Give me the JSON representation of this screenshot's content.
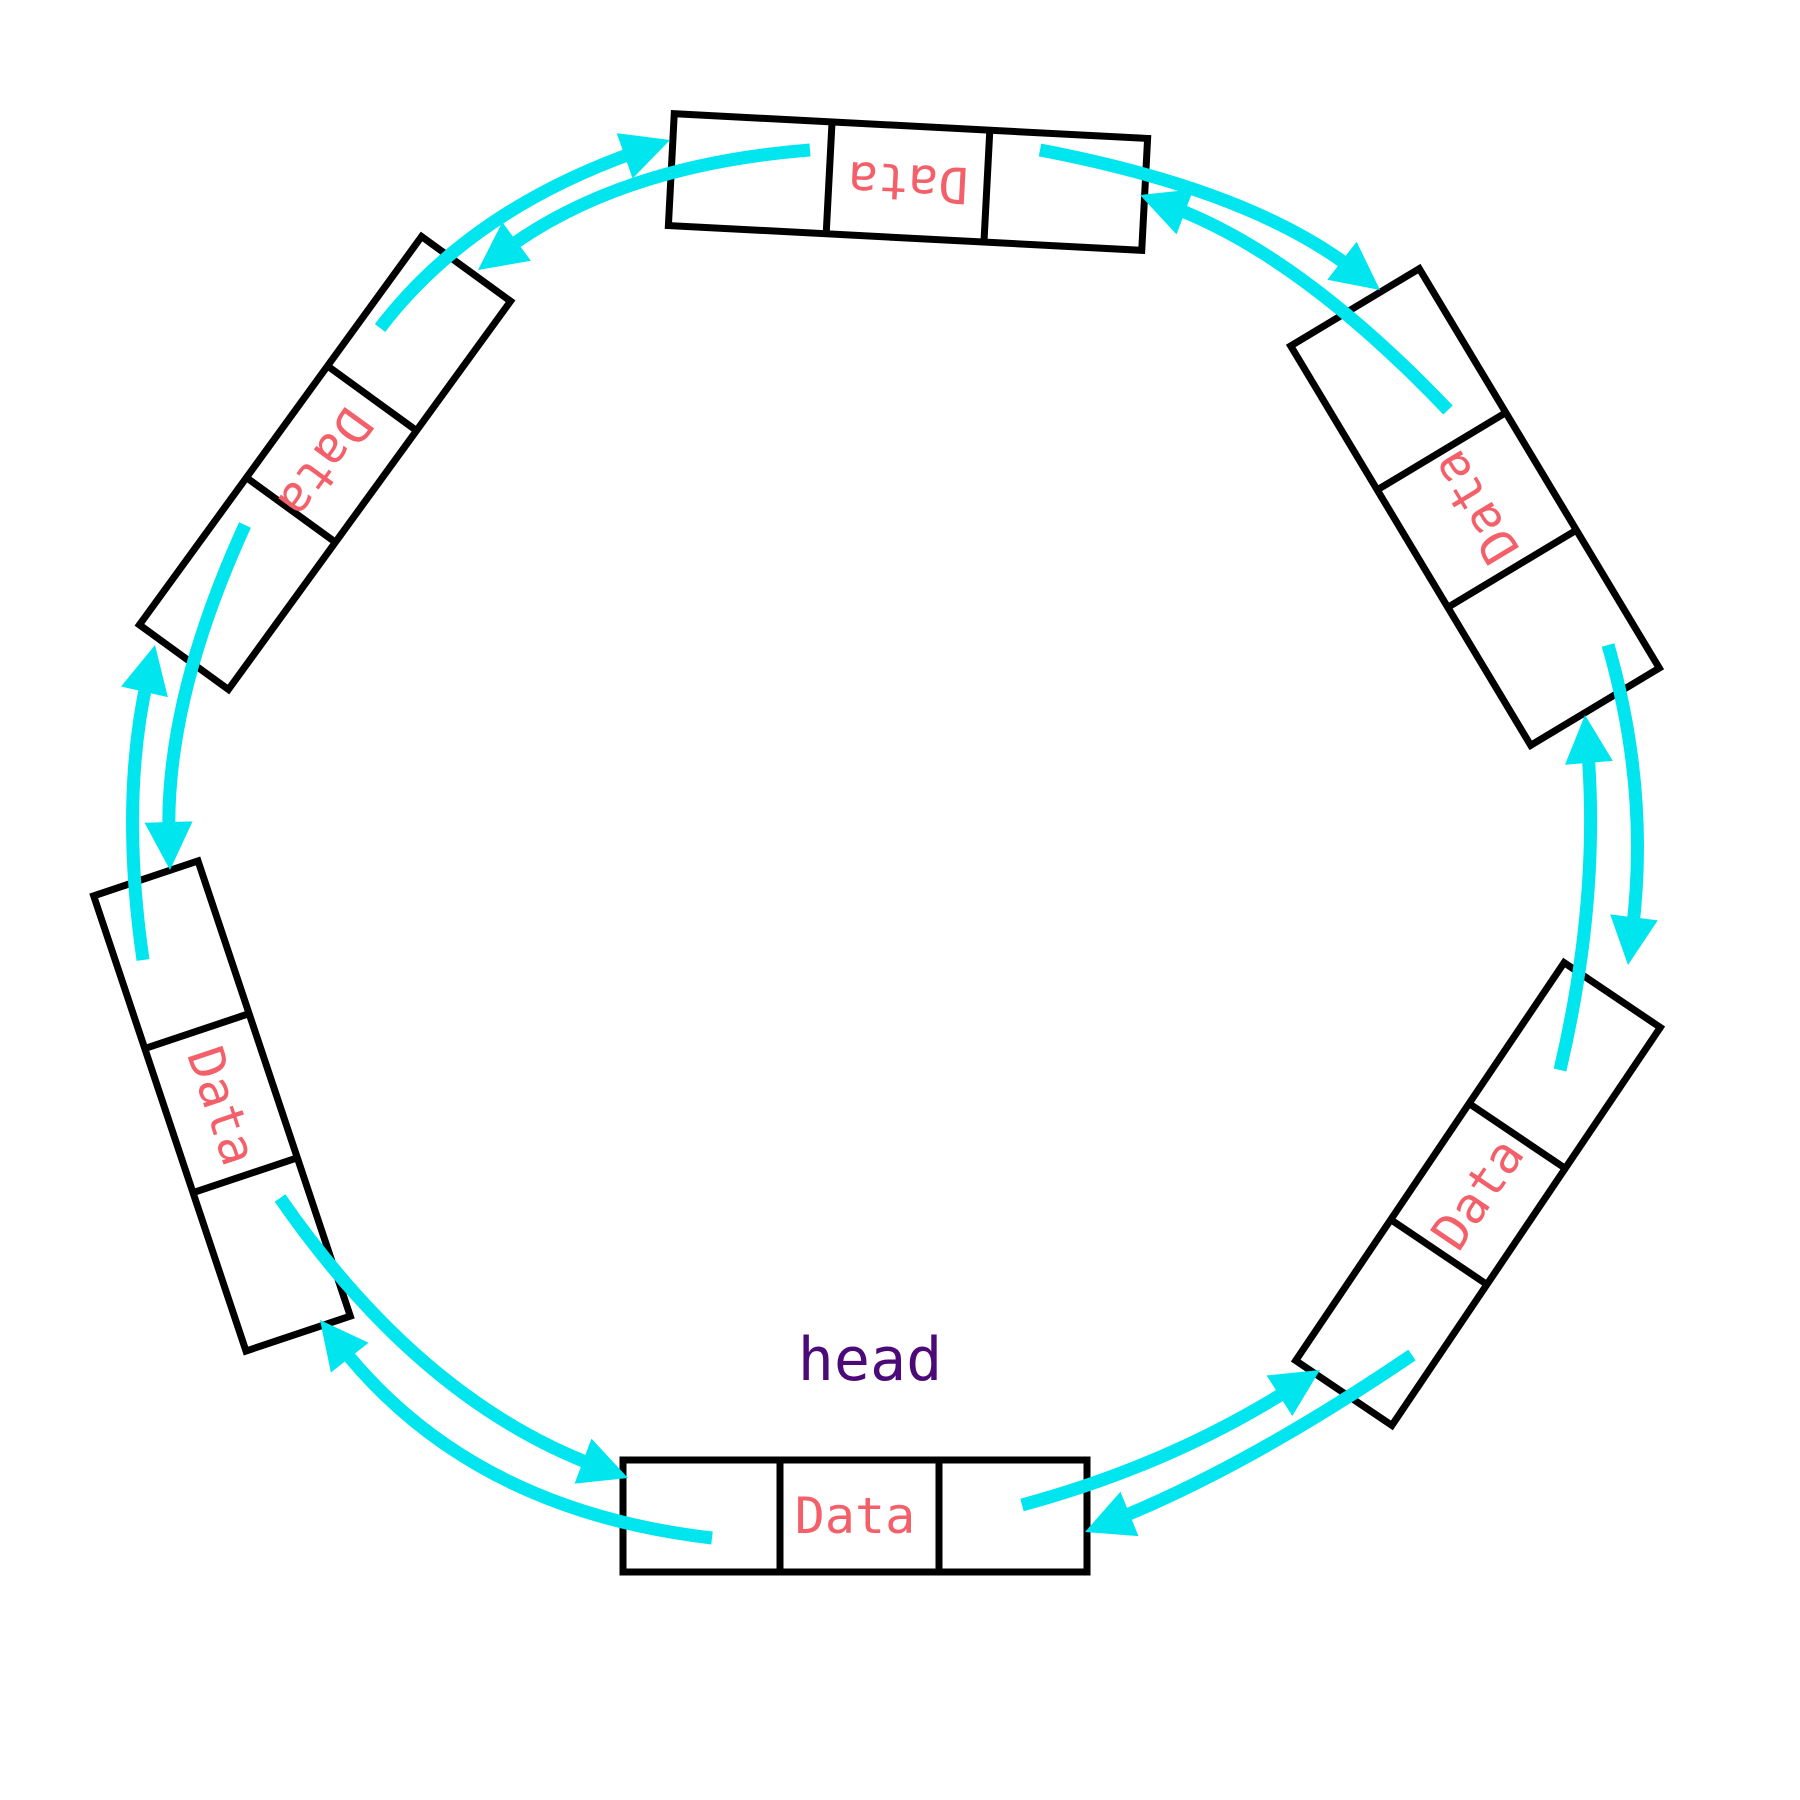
{
  "colors": {
    "arrow": "#00e5ee",
    "box_stroke": "#000000",
    "data_text": "#f4606a",
    "head_text": "#4b0a78"
  },
  "head_label": "head",
  "nodes": [
    {
      "name": "node-top",
      "data_label": "Data"
    },
    {
      "name": "node-top-right",
      "data_label": "Data"
    },
    {
      "name": "node-bottom-right",
      "data_label": "Data"
    },
    {
      "name": "node-bottom",
      "data_label": "Data"
    },
    {
      "name": "node-bottom-left",
      "data_label": "Data"
    },
    {
      "name": "node-top-left",
      "data_label": "Data"
    }
  ],
  "arrow_icon": "arrowhead-icon"
}
